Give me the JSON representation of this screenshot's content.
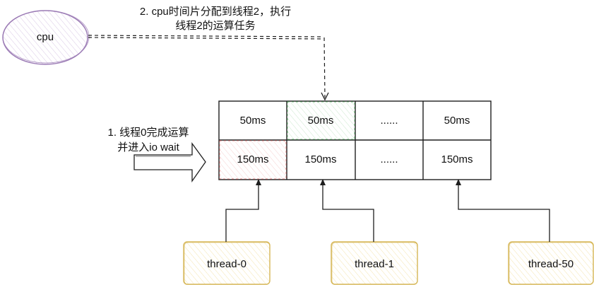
{
  "cpu": {
    "label": "cpu"
  },
  "annotations": {
    "step2_line1": "2. cpu时间片分配到线程2，执行",
    "step2_line2": "线程2的运算任务",
    "step1_line1": "1. 线程0完成运算",
    "step1_line2": "并进入io wait"
  },
  "grid": {
    "row1": [
      "50ms",
      "50ms",
      "......",
      "50ms"
    ],
    "row2": [
      "150ms",
      "150ms",
      "......",
      "150ms"
    ]
  },
  "threads": [
    "thread-0",
    "thread-1",
    "thread-50"
  ],
  "colors": {
    "cpu_stroke": "#9b7bb5",
    "cpu_fill": "#ede4f3",
    "thread_stroke": "#d6b656",
    "thread_fill": "#fdf5d8",
    "cell_green": "#d5ecd8",
    "cell_red": "#f7d7d7",
    "line": "#1e1e1e"
  }
}
